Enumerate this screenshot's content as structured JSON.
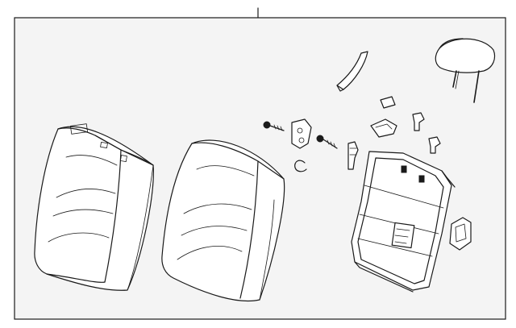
{
  "diagram": {
    "background": "#f4f4f4",
    "line_color": "#1a1a1a",
    "parts": [
      {
        "name": "seat-cushion-rear-view",
        "icon": "seat-back-cover-icon"
      },
      {
        "name": "seat-cushion-front-view",
        "icon": "seat-back-pad-icon"
      },
      {
        "name": "headrest",
        "icon": "headrest-icon"
      },
      {
        "name": "trim-strip",
        "icon": "trim-strip-icon"
      },
      {
        "name": "bolts",
        "icon": "bolt-icon"
      },
      {
        "name": "hinge-bracket",
        "icon": "bracket-icon"
      },
      {
        "name": "clips",
        "icon": "clip-icon"
      },
      {
        "name": "seat-back-frame",
        "icon": "seat-frame-icon"
      },
      {
        "name": "release-handle",
        "icon": "handle-icon"
      }
    ]
  }
}
